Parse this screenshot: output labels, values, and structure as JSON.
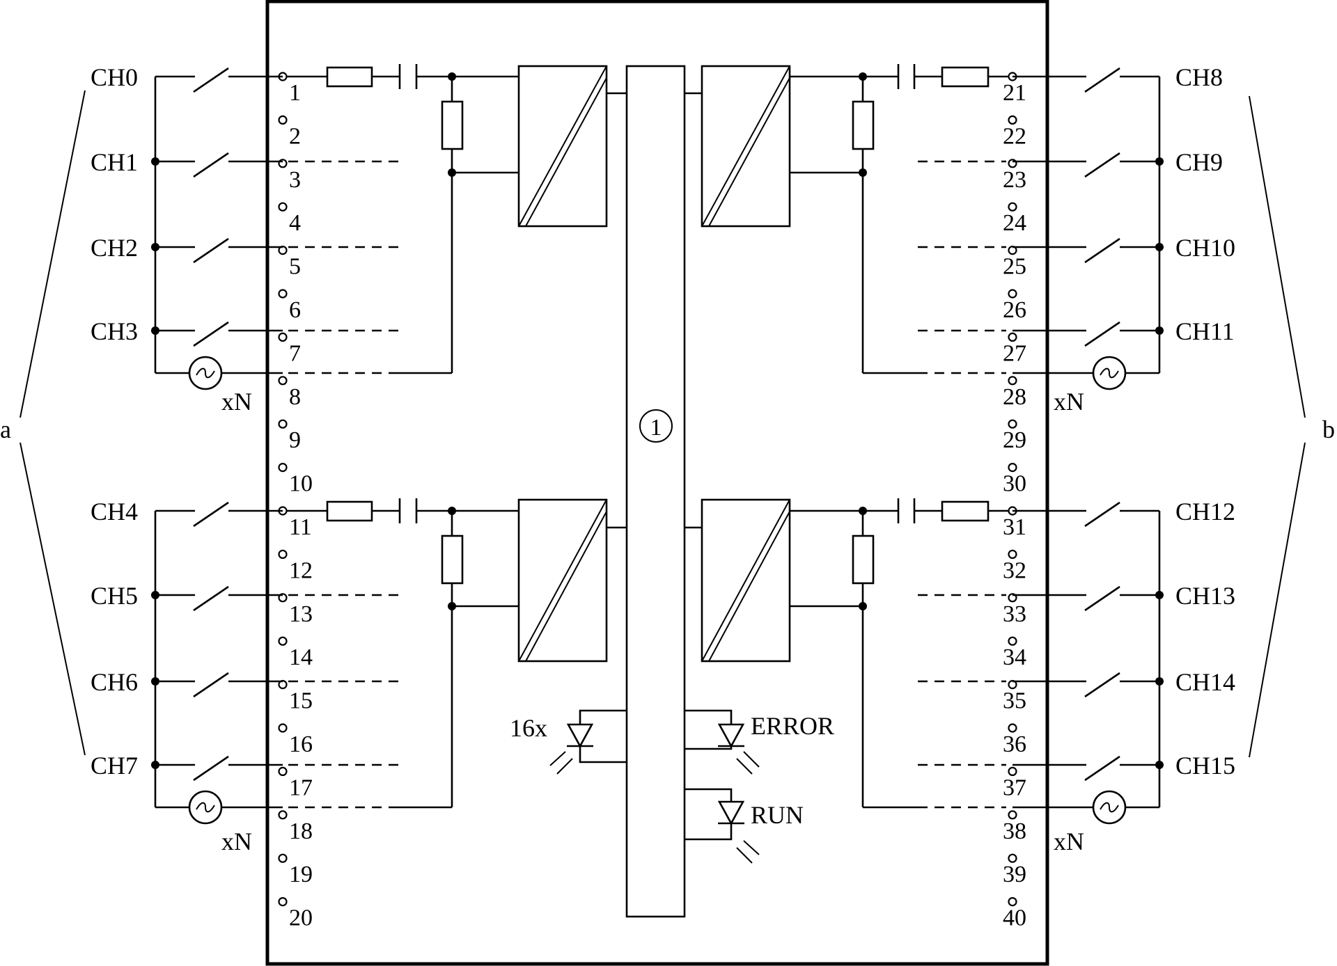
{
  "labels": {
    "channels_left": [
      "CH0",
      "CH1",
      "CH2",
      "CH3",
      "CH4",
      "CH5",
      "CH6",
      "CH7"
    ],
    "channels_right": [
      "CH8",
      "CH9",
      "CH10",
      "CH11",
      "CH12",
      "CH13",
      "CH14",
      "CH15"
    ],
    "terminals_left": [
      "1",
      "2",
      "3",
      "4",
      "5",
      "6",
      "7",
      "8",
      "9",
      "10",
      "11",
      "12",
      "13",
      "14",
      "15",
      "16",
      "17",
      "18",
      "19",
      "20"
    ],
    "terminals_right": [
      "21",
      "22",
      "23",
      "24",
      "25",
      "26",
      "27",
      "28",
      "29",
      "30",
      "31",
      "32",
      "33",
      "34",
      "35",
      "36",
      "37",
      "38",
      "39",
      "40"
    ],
    "source_mult": "xN",
    "group_a": "a",
    "group_b": "b",
    "center_marker": "1",
    "led_channels": "16x",
    "led_error": "ERROR",
    "led_run": "RUN"
  },
  "colors": {
    "line": "#000000",
    "background": "#ffffff"
  }
}
